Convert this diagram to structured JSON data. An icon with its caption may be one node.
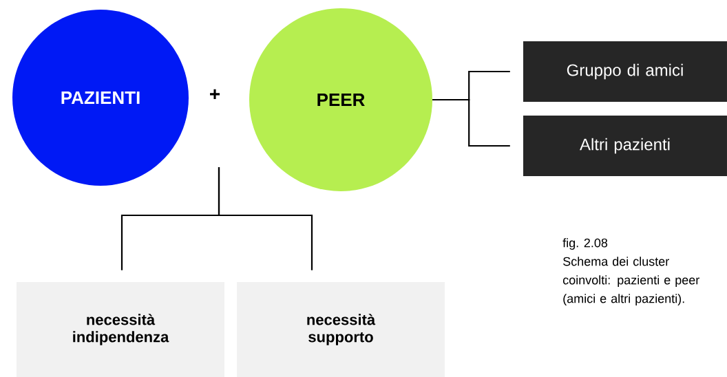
{
  "diagram": {
    "caption": "Schema dei cluster coinvolti: pazienti e peer (amici e altri pazienti).",
    "nodes": [
      {
        "text": [
          "PAZIENTI"
        ]
      },
      {
        "text": [
          "PEER"
        ]
      },
      {
        "text": [
          "Gruppo di amici"
        ]
      },
      {
        "text": [
          "Altri pazienti"
        ]
      },
      {
        "text": [
          "necessità indipendenza"
        ]
      },
      {
        "text": [
          "necessità supporto"
        ]
      }
    ],
    "edges": [
      {
        "from": 1,
        "to": 2,
        "arrow": "none"
      },
      {
        "from": 1,
        "to": 3,
        "arrow": "none"
      },
      {
        "from": null,
        "to": 4,
        "arrow": "none"
      },
      {
        "from": null,
        "to": 5,
        "arrow": "none"
      }
    ],
    "labels": [
      "+",
      "fig. 2.08"
    ]
  }
}
